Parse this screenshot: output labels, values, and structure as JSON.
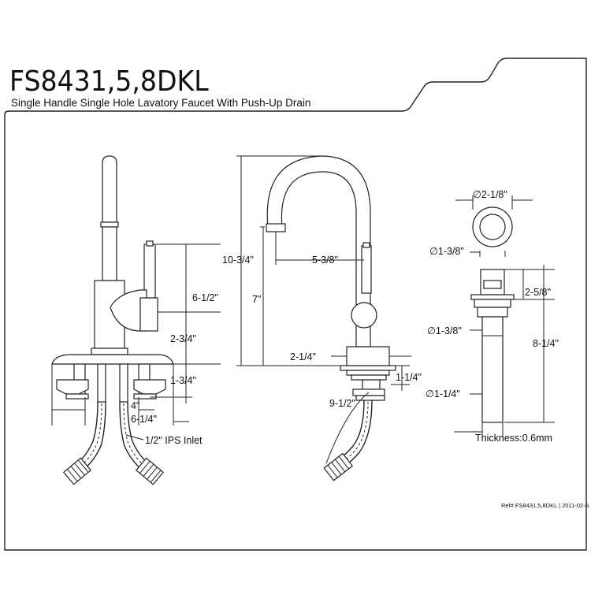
{
  "header": {
    "model": "FS8431,5,8DKL",
    "description": "Single Handle Single Hole Lavatory Faucet With Push-Up Drain"
  },
  "front_view": {
    "dim_height": "6-1/2\"",
    "dim_spout_base": "2-3/4\"",
    "dim_shank": "1-3/4\"",
    "dim_spread": "4\"",
    "dim_plate": "6-1/4\"",
    "inlet_label": "1/2\" IPS Inlet"
  },
  "side_view": {
    "dim_total_height": "10-3/4\"",
    "dim_spout_height": "7\"",
    "dim_reach": "5-3/8\"",
    "dim_base": "2-1/4\"",
    "dim_shank": "1-1/4\"",
    "dim_hose": "9-1/2\""
  },
  "drain_view": {
    "dim_flange": "∅2-1/8\"",
    "dim_top": "∅1-3/8\"",
    "dim_body_height": "2-5/8\"",
    "dim_body": "∅1-3/8\"",
    "dim_total": "8-1/4\"",
    "dim_tail": "∅1-1/4\"",
    "thickness": "Thickness:0.6mm"
  },
  "footer": {
    "ref": "Ref# FS8431,5,8DKL | 2011-02-A"
  }
}
